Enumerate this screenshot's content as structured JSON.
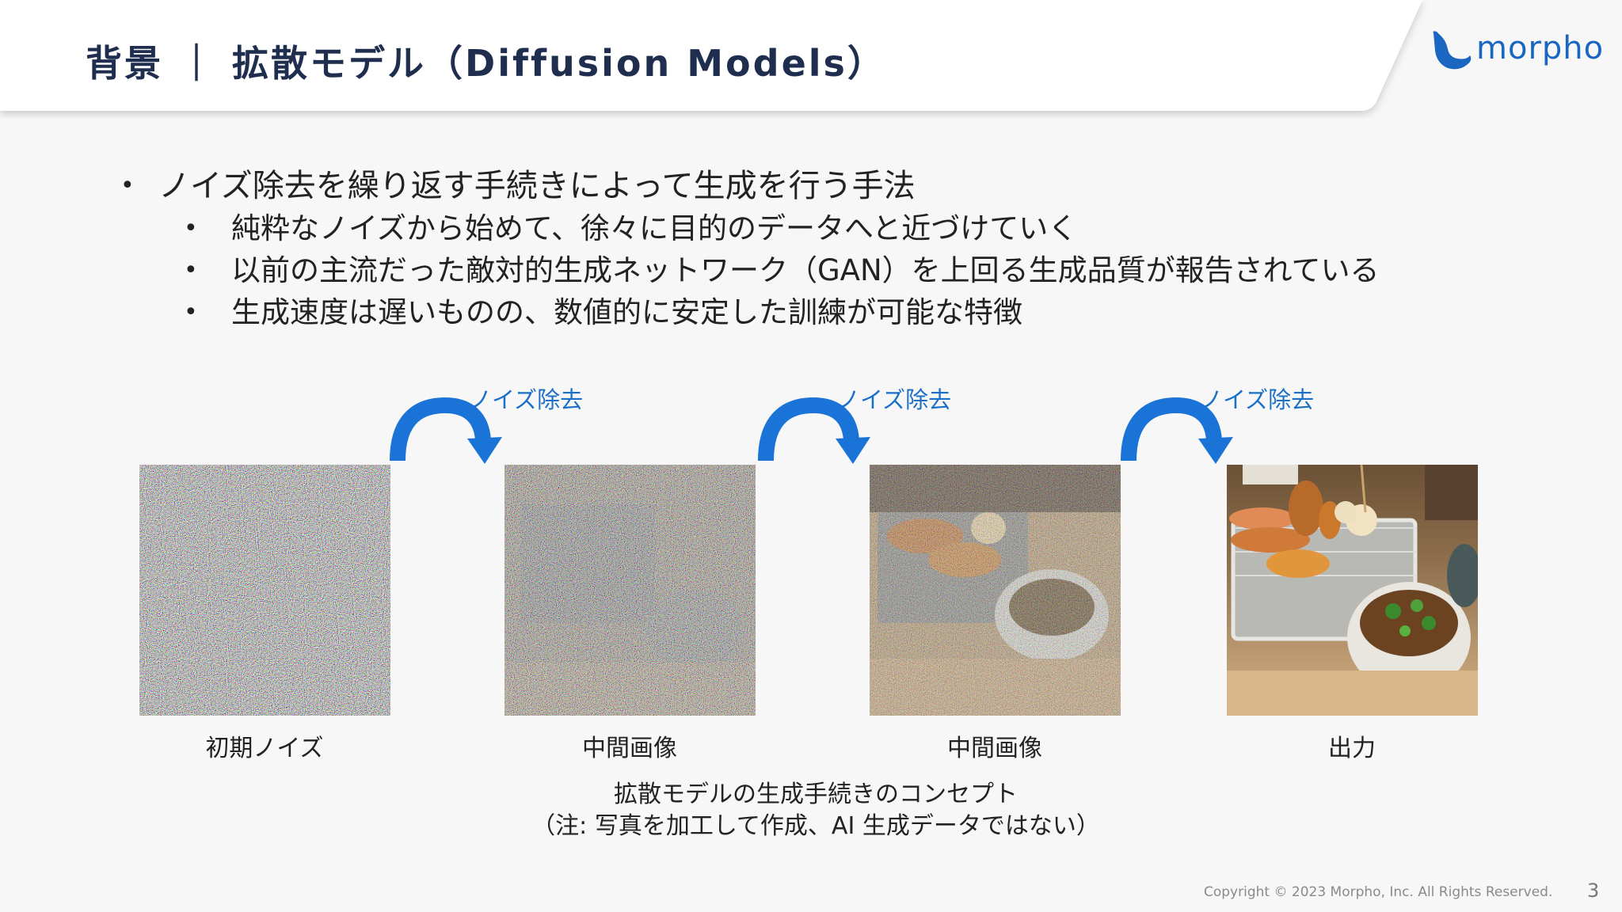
{
  "header": {
    "title": "背景 ｜ 拡散モデル（Diffusion Models）",
    "logo_text": "morpho",
    "brand_color": "#1967c1"
  },
  "bullets": {
    "main": "ノイズ除去を繰り返す手続きによって生成を行う手法",
    "subs": [
      "純粋なノイズから始めて、徐々に目的のデータへと近づけていく",
      "以前の主流だった敵対的生成ネットワーク（GAN）を上回る生成品質が報告されている",
      "生成速度は遅いものの、数値的に安定した訓練が可能な特徴"
    ],
    "bullet_glyph": "•"
  },
  "diagram": {
    "arrow_label": "ノイズ除去",
    "arrow_color": "#1a73d6",
    "images": [
      {
        "caption": "初期ノイズ",
        "noise_level": 1.0
      },
      {
        "caption": "中間画像",
        "noise_level": 0.75
      },
      {
        "caption": "中間画像",
        "noise_level": 0.45
      },
      {
        "caption": "出力",
        "noise_level": 0.0
      }
    ],
    "concept_line1": "拡散モデルの生成手続きのコンセプト",
    "concept_line2": "（注: 写真を加工して作成、AI 生成データではない）"
  },
  "footer": {
    "copyright": "Copyright © 2023 Morpho, Inc. All Rights Reserved.",
    "page_number": "3"
  }
}
